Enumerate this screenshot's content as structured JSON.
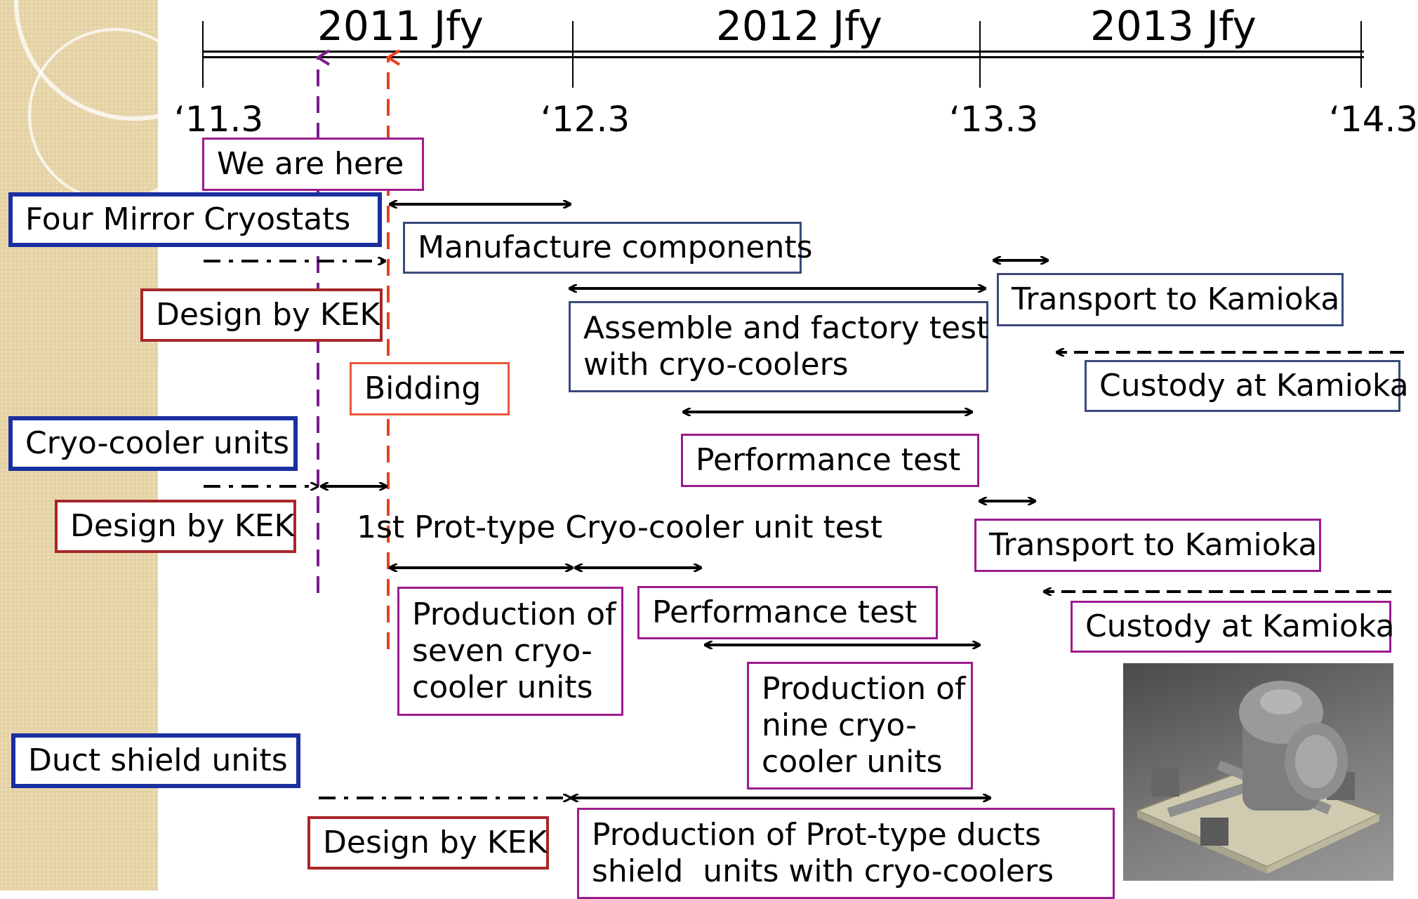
{
  "years": [
    "2011 Jfy",
    "2012 Jfy",
    "2013 Jfy"
  ],
  "ticks": [
    "‘11.3",
    "‘12.3",
    "‘13.3",
    "‘14.3"
  ],
  "we_are_here": "We are here",
  "sections": {
    "mirror": "Four Mirror Cryostats",
    "cooler": "Cryo-cooler units",
    "duct": "Duct shield units"
  },
  "mirror_tasks": {
    "design": "Design by KEK",
    "bidding": "Bidding",
    "manufacture": "Manufacture components",
    "assemble": "Assemble and factory test\nwith cryo-coolers",
    "performance": "Performance test",
    "transport": "Transport to Kamioka",
    "custody": "Custody at Kamioka"
  },
  "cooler_tasks": {
    "design": "Design by KEK",
    "proto_test": "1st Prot-type Cryo-cooler unit test",
    "production_seven": "Production of\nseven cryo-\ncooler units",
    "performance": "Performance test",
    "production_nine": "Production of\nnine cryo-\ncooler units",
    "transport": "Transport to Kamioka",
    "custody": "Custody at Kamioka"
  },
  "duct_tasks": {
    "design": "Design by KEK",
    "production": "Production of Prot-type ducts\nshield  units with cryo-coolers"
  },
  "colors": {
    "purple_marker": "#7a1f8a",
    "red_marker": "#e8401c",
    "blue_border": "#1a2fa0",
    "red_border": "#a8262a"
  }
}
